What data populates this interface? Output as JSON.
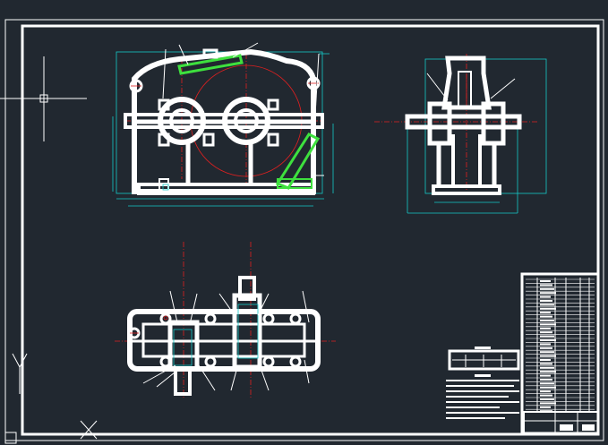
{
  "drawing": {
    "type": "CAD assembly drawing",
    "views": [
      "front-view",
      "side-view",
      "top-view"
    ],
    "colors": {
      "background": "#212830",
      "outline": "#ffffff",
      "centerline": "#e02020",
      "dimension": "#14c8c8",
      "hatch": "#3ee03e"
    }
  }
}
